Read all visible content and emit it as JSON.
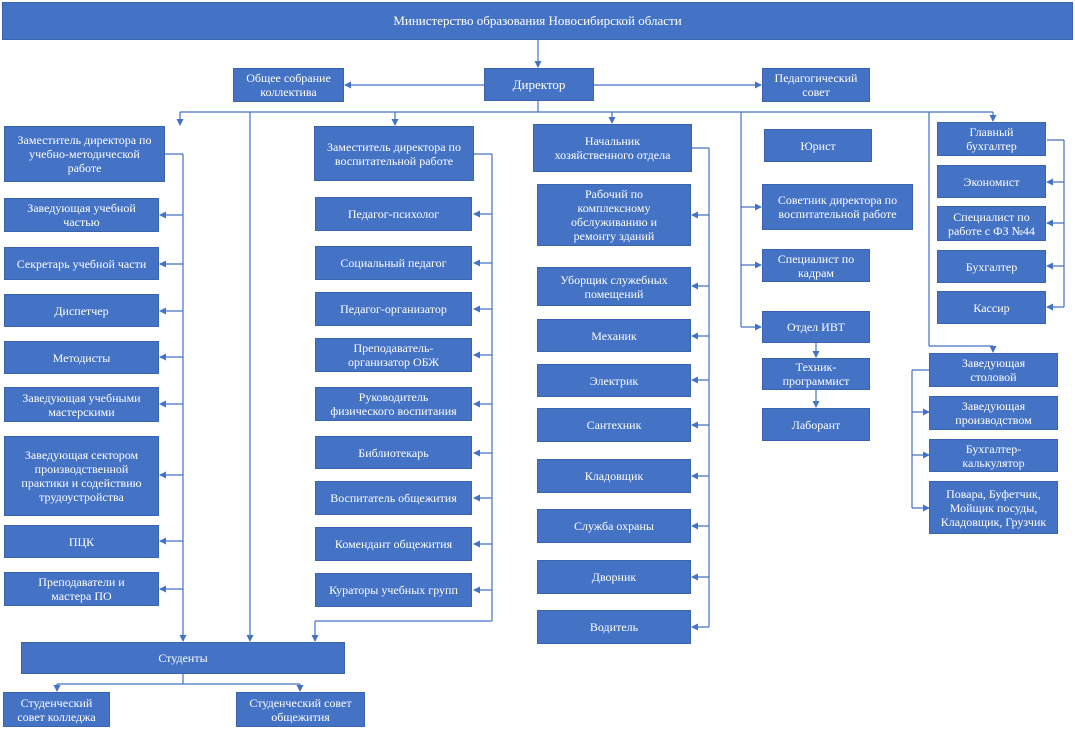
{
  "diagram": {
    "colors": {
      "box_fill": "#4472c4",
      "box_text": "#ffffff",
      "line": "#4472c4"
    },
    "top": "Министерство образования Новосибирской области",
    "director": "Директор",
    "general_meeting": "Общее собрание\nколлектива",
    "ped_council": "Педагогический\nсовет",
    "col1": {
      "head": "Заместитель директора по\nучебно-методической\nработе",
      "items": [
        "Заведующая учебной\nчастью",
        "Секретарь учебной части",
        "Диспетчер",
        "Методисты",
        "Заведующая учебными\nмастерскими",
        "Заведующая сектором\nпроизводственной\nпрактики и содействию\nтрудоустройства",
        "ПЦК",
        "Преподаватели и\nмастера ПО"
      ]
    },
    "col2": {
      "head": "Заместитель директора по\nвоспитательной работе",
      "items": [
        "Педагог-психолог",
        "Социальный педагог",
        "Педагог-организатор",
        "Преподаватель-\nорганизатор ОБЖ",
        "Руководитель\nфизического воспитания",
        "Библиотекарь",
        "Воспитатель общежития",
        "Комендант общежития",
        "Кураторы учебных групп"
      ]
    },
    "col3": {
      "head": "Начальник\nхозяйственного отдела",
      "items": [
        "Рабочий по\nкомплексному\nобслуживанию и\nремонту зданий",
        "Уборщик служебных\nпомещений",
        "Механик",
        "Электрик",
        "Сантехник",
        "Кладовщик",
        "Служба охраны",
        "Дворник",
        "Водитель"
      ]
    },
    "col4": {
      "lawyer": "Юрист",
      "advisor": "Советник директора по\nвоспитательной работе",
      "hr": "Специалист по\nкадрам",
      "ivt": "Отдел ИВТ",
      "tech": "Техник-\nпрограммист",
      "lab": "Лаборант"
    },
    "col5": {
      "head": "Главный\nбухгалтер",
      "items": [
        "Экономист",
        "Специалист по\nработе с ФЗ №44",
        "Бухгалтер",
        "Кассир"
      ],
      "canteen": "Заведующая\nстоловой",
      "canteen_items": [
        "Заведующая\nпроизводством",
        "Бухгалтер-\nкалькулятор",
        "Повара, Буфетчик,\nМойщик посуды,\nКладовщик, Грузчик"
      ]
    },
    "students": "Студенты",
    "student_council": "Студенческий\nсовет колледжа",
    "dorm_council": "Студенческий совет\nобщежития"
  }
}
